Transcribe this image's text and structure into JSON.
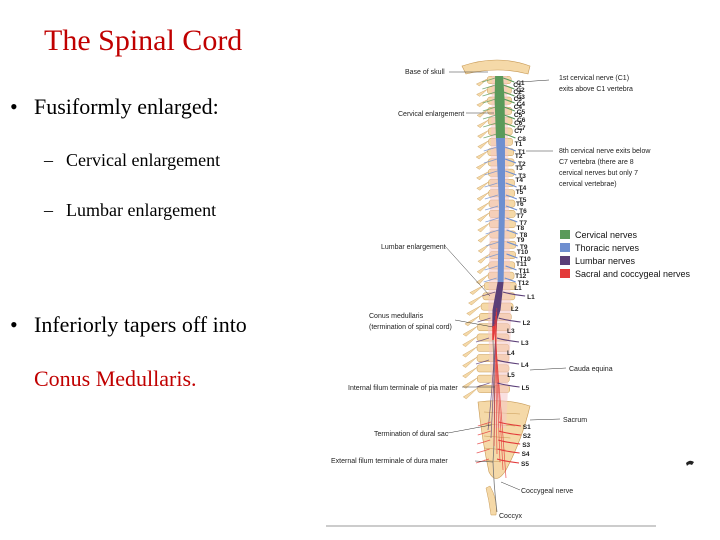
{
  "title": "The Spinal Cord",
  "bullets": {
    "fusiform": "Fusiformly enlarged:",
    "cervical": "Cervical enlargement",
    "lumbar": "Lumbar enlargement",
    "tapers": "Inferiorly tapers off into",
    "conus": "Conus Medullaris."
  },
  "glyphs": {
    "bullet": "•",
    "dash": "–"
  },
  "diagram": {
    "left_labels": {
      "base_of_skull": "Base of skull",
      "cervical_enlargement": "Cervical enlargement",
      "lumbar_enlargement": "Lumbar enlargement",
      "conus_1": "Conus medullaris",
      "conus_2": "(termination of spinal cord)",
      "filum_pia": "Internal filum terminale of pia mater",
      "dural_sac": "Termination of dural sac",
      "filum_dura": "External filum terminale of dura mater",
      "coccyx": "Coccyx"
    },
    "right_labels": {
      "c1_1": "1st cervical nerve (C1)",
      "c1_2": "exits above C1 vertebra",
      "c8_1": "8th cervical nerve exits below",
      "c8_2": "C7 vertebra (there are 8",
      "c8_3": "cervical nerves but only 7",
      "c8_4": "cervical vertebrae)",
      "cauda": "Cauda equina",
      "sacrum": "Sacrum",
      "coccygeal": "Coccygeal nerve"
    },
    "legend": [
      {
        "label": "Cervical nerves",
        "color": "#5a9a5a"
      },
      {
        "label": "Thoracic nerves",
        "color": "#6f8fd0"
      },
      {
        "label": "Lumbar nerves",
        "color": "#5b3f78"
      },
      {
        "label": "Sacral and coccygeal nerves",
        "color": "#e33a3a"
      }
    ],
    "vertebra_labels": [
      "C1",
      "C2",
      "C3",
      "C4",
      "C5",
      "C6",
      "C7",
      "T1",
      "T2",
      "T3",
      "T4",
      "T5",
      "T6",
      "T7",
      "T8",
      "T9",
      "T10",
      "T11",
      "T12",
      "L1",
      "L2",
      "L3",
      "L4",
      "L5"
    ],
    "nerve_labels": [
      "C1",
      "C2",
      "C3",
      "C4",
      "C5",
      "C6",
      "C7",
      "C8",
      "T1",
      "T2",
      "T3",
      "T4",
      "T5",
      "T6",
      "T7",
      "T8",
      "T9",
      "T10",
      "T11",
      "T12",
      "L1",
      "L2",
      "L3",
      "L4",
      "L5",
      "S1",
      "S2",
      "S3",
      "S4",
      "S5"
    ],
    "colors": {
      "bone": "#f5d9a8",
      "bone_edge": "#c89a55",
      "cervical": "#5a9a5a",
      "thoracic": "#6f8fd0",
      "lumbar": "#5b3f78",
      "sacral": "#e33a3a",
      "dura": "#f4c6c6"
    }
  }
}
